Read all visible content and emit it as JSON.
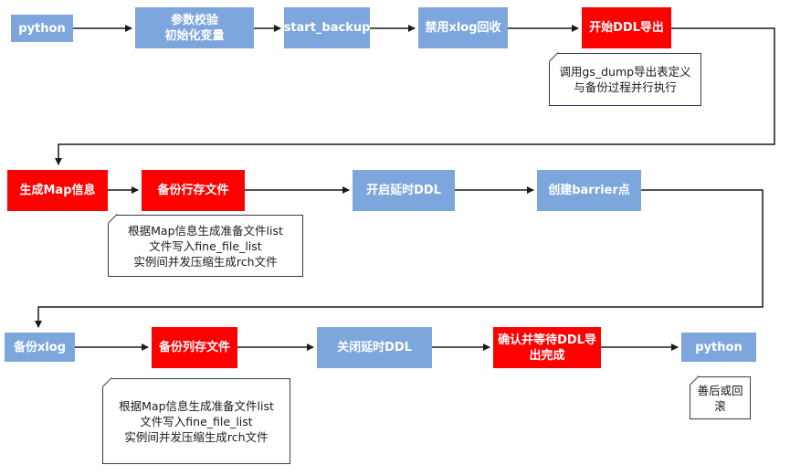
{
  "nodes": {
    "python_start": "python",
    "param_check": "参数校验\n初始化变量",
    "start_backup": "start_backup",
    "disable_xlog": "禁用xlog回收",
    "start_ddl_export": "开始DDL导出",
    "gen_map": "生成Map信息",
    "backup_row": "备份行存文件",
    "enable_delay_ddl": "开启延时DDL",
    "create_barrier": "创建barrier点",
    "backup_xlog": "备份xlog",
    "backup_col": "备份列存文件",
    "close_delay_ddl": "关闭延时DDL",
    "confirm_ddl": "确认并等待DDL导\n出完成",
    "python_end": "python"
  },
  "notes": {
    "gs_dump": "调用gs_dump导出表定义\n与备份过程并行执行",
    "row_files": "根据Map信息生成准备文件list\n文件写入fine_file_list\n实例间并发压缩生成rch文件",
    "col_files": "根据Map信息生成准备文件list\n文件写入fine_file_list\n实例间并发压缩生成rch文件",
    "cleanup": "善后或回\n滚"
  },
  "colors": {
    "blue": "#7da7dc",
    "red": "#ff0000",
    "arrow": "#1a1a1a"
  }
}
